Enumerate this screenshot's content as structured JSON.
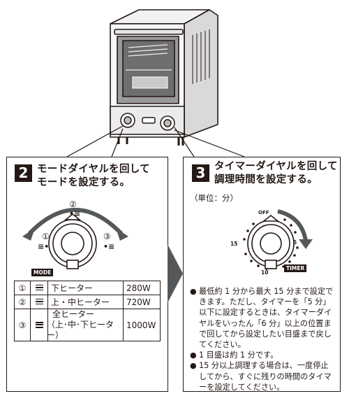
{
  "step2": {
    "number": "2",
    "heading_line1": "モードダイヤルを回して",
    "heading_line2": "モードを設定する。",
    "dial_label": "MODE",
    "positions": [
      "①",
      "②",
      "③"
    ],
    "table": [
      {
        "num": "①",
        "icon": "lower-heater-icon",
        "name": "下ヒーター",
        "watt": "280W"
      },
      {
        "num": "②",
        "icon": "upper-middle-heater-icon",
        "name": "上・中ヒーター",
        "watt": "720W"
      },
      {
        "num": "③",
        "icon": "all-heater-icon",
        "name_line1": "全ヒーター",
        "name_line2": "（上･中･下ヒーター）",
        "watt": "1000W"
      }
    ]
  },
  "step3": {
    "number": "3",
    "heading_line1": "タイマーダイヤルを回して",
    "heading_line2": "調理時間を設定する。",
    "unit": "（単位：分）",
    "dial_label": "TIMER",
    "marks": {
      "off": "OFF",
      "five": "5",
      "ten": "10",
      "fifteen": "15"
    },
    "notes": [
      "最低約 1 分から最大 15 分まで設定できます。ただし、タイマーを「5 分」以下に設定するときは、タイマーダイヤルをいったん「6 分」以上の位置まで回してから設定したい目盛まで戻してください。",
      "1 目盛は約 1 分です。",
      "15 分以上調理する場合は、一度停止してから、すぐに残りの時間のタイマーを設定してください。"
    ]
  },
  "colors": {
    "ink": "#231815",
    "arrow_gray": "#55585a"
  }
}
